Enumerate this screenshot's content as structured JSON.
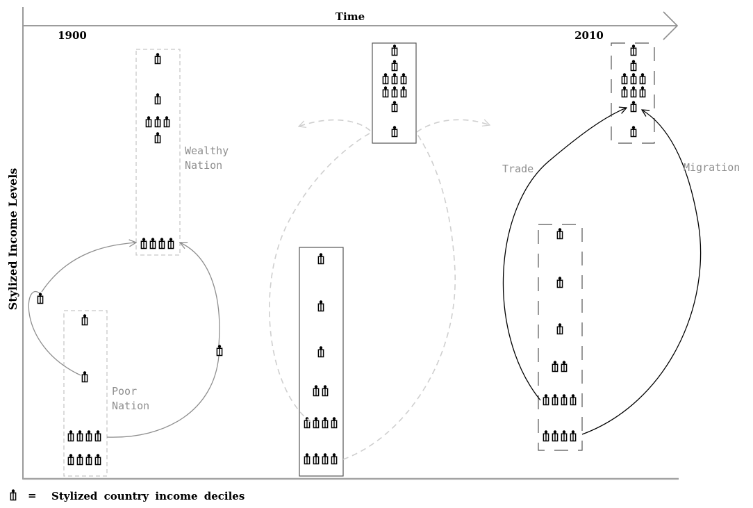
{
  "time_axis": {
    "label": "Time",
    "start_year": "1900",
    "end_year": "2010"
  },
  "y_axis": {
    "label": "Stylized Income Levels"
  },
  "nations": {
    "wealthy": "Wealthy Nation",
    "poor": "Poor Nation"
  },
  "flows": {
    "trade": "Trade",
    "migration": "Migration"
  },
  "legend": {
    "symbol": "=",
    "text": "Stylized country income deciles"
  },
  "colors": {
    "ink": "#000000",
    "faded": "#8e8e8e",
    "dashed_frame": "#c8c8c8",
    "dashed_arrow": "#cfcfcf"
  }
}
